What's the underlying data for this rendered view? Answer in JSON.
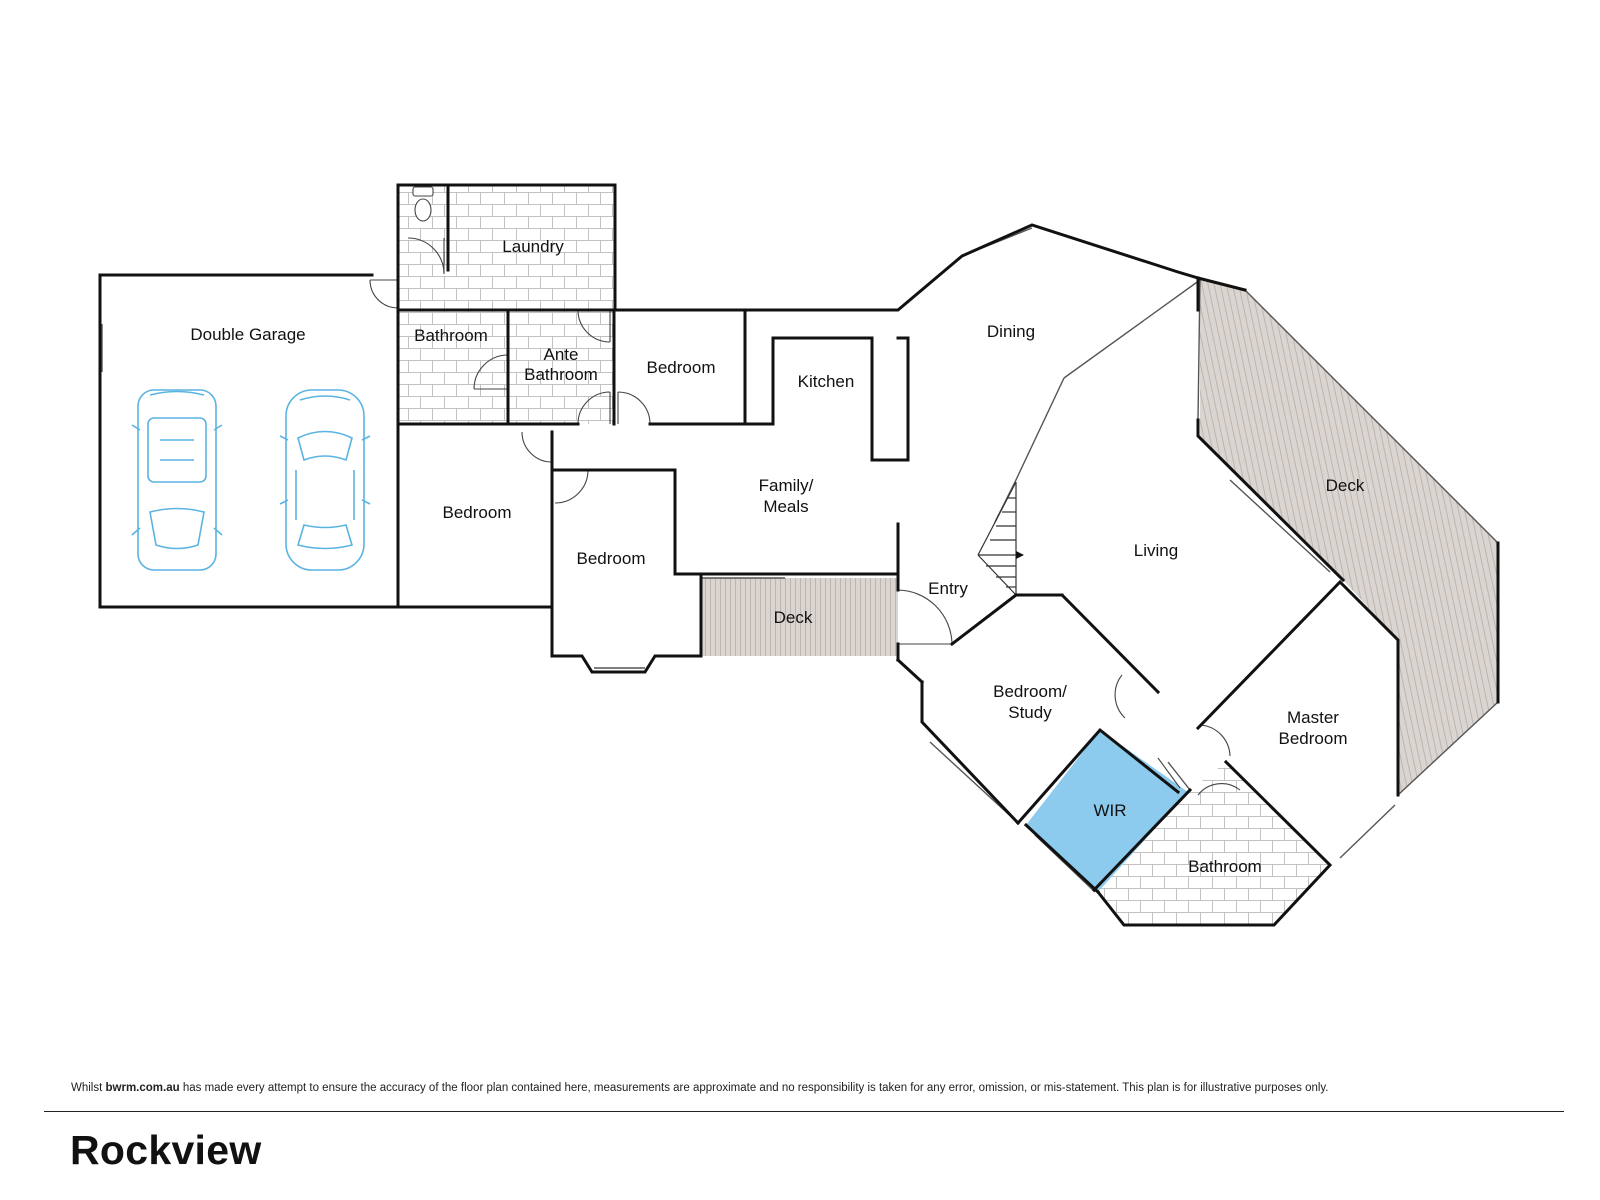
{
  "rooms": {
    "laundry": "Laundry",
    "double_garage": "Double Garage",
    "bathroom_west": "Bathroom",
    "ante_bathroom_line1": "Ante",
    "ante_bathroom_line2": "Bathroom",
    "bedroom_north": "Bedroom",
    "kitchen": "Kitchen",
    "dining": "Dining",
    "deck_east": "Deck",
    "family_meals_line1": "Family/",
    "family_meals_line2": "Meals",
    "bedroom_west": "Bedroom",
    "bedroom_bay": "Bedroom",
    "living": "Living",
    "entry": "Entry",
    "deck_south": "Deck",
    "bedroom_study_line1": "Bedroom/",
    "bedroom_study_line2": "Study",
    "master_bedroom_line1": "Master",
    "master_bedroom_line2": "Bedroom",
    "wir": "WIR",
    "bathroom_east": "Bathroom"
  },
  "colors": {
    "wall": "#111111",
    "deck_fill": "#d9d3cf",
    "wir_fill": "#8ccbee",
    "tile_line": "#bdbdbd",
    "car_outline": "#5ab4e2"
  },
  "disclaimer": {
    "prefix": "Whilst ",
    "site": "bwrm.com.au",
    "suffix": " has made every attempt to ensure the accuracy of the floor plan contained here, measurements are approximate and no responsibility is taken for any error, omission, or mis-statement. This plan is for illustrative purposes only."
  },
  "property_name": "Rockview"
}
